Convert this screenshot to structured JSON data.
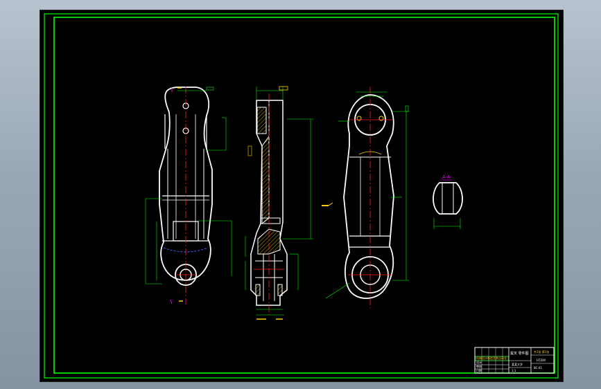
{
  "section_label": "A-A",
  "title_block": {
    "drawing_name": "拔叉 零件图",
    "material": "HT200",
    "school": "机械设计制造及其自动化",
    "company": "某某大学",
    "scale": "1:1",
    "sheet": "共1张 第1张",
    "code": "BC-01",
    "designer": "设计",
    "checker": "审核",
    "date": "日期"
  },
  "colors": {
    "background": "#000000",
    "frame": "#00ff00",
    "outline": "#ffffff",
    "centerline": "#ff2020",
    "dimension": "#00ff00",
    "hatch": "#ffd000",
    "hidden": "#3a5cff",
    "annotation": "#ff00ff"
  }
}
